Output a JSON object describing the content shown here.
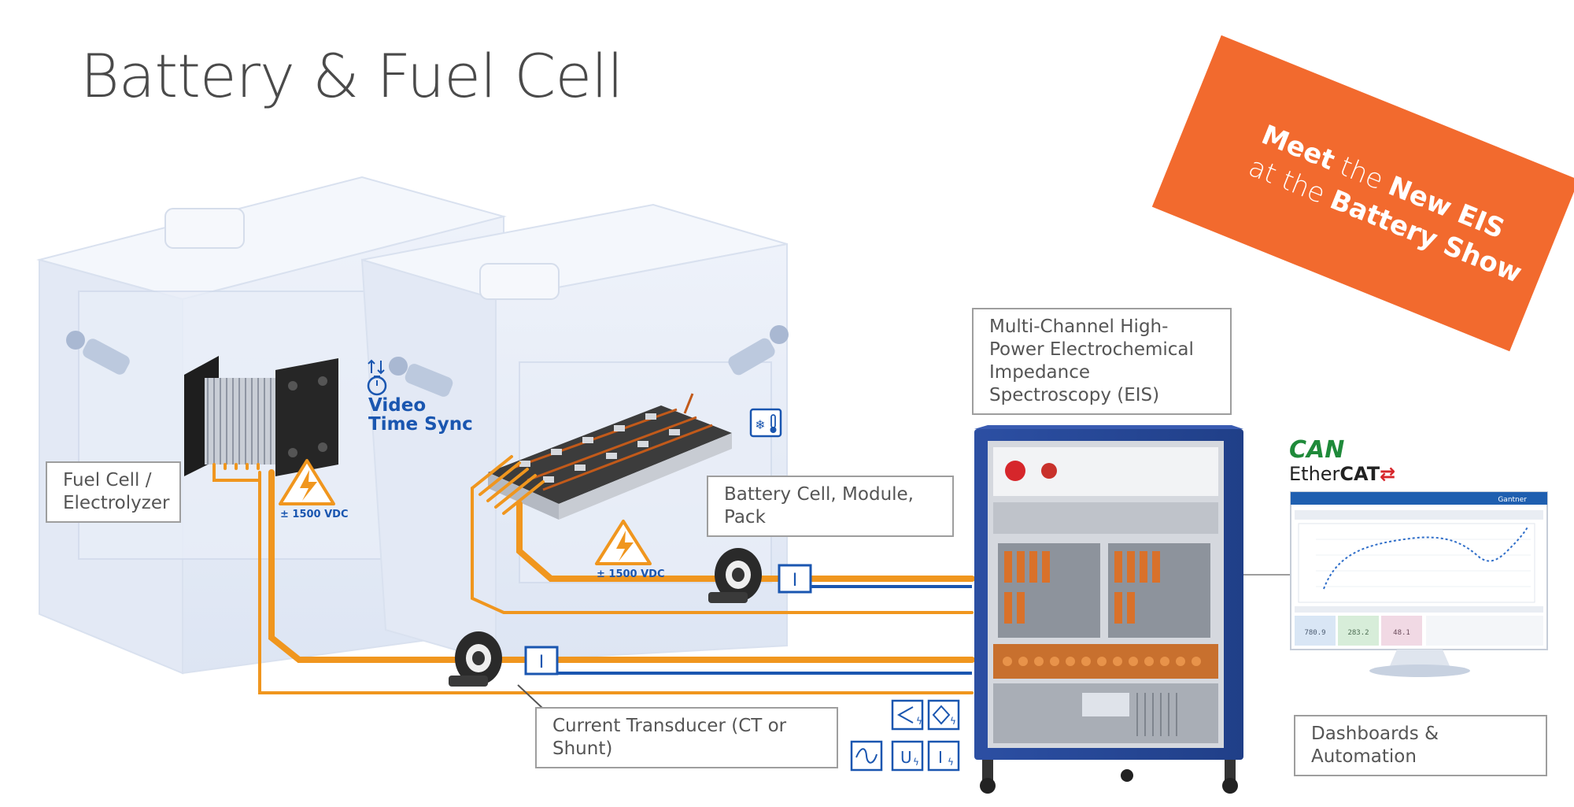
{
  "title": "Battery & Fuel Cell",
  "banner": {
    "line1_bold": "Meet",
    "line1_thin": "the",
    "line1_bold2": "New EIS",
    "line2_thin": "at the",
    "line2_bold": "Battery Show",
    "color": "#f26a2e"
  },
  "labels": {
    "fuel_cell": "Fuel Cell / Electrolyzer",
    "battery": "Battery Cell, Module, Pack",
    "eis": "Multi-Channel High-Power Electrochemical Impedance Spectroscopy (EIS)",
    "transducer": "Current Transducer (CT or Shunt)",
    "dashboards": "Dashboards & Automation"
  },
  "video_sync": {
    "line1": "Video",
    "line2": "Time Sync"
  },
  "voltage_label": "± 1500 VDC",
  "current_symbol": "I",
  "voltage_symbol": "U",
  "logos": {
    "can": "CAN",
    "ethercat_plain": "Ether",
    "ethercat_bold": "CAT"
  },
  "dashboard": {
    "brand": "Gantner",
    "tiles": [
      "780.9",
      "283.2",
      "48.1"
    ]
  },
  "colors": {
    "orange_line": "#f0961e",
    "blue_line": "#1a56b0",
    "cabinet": "#2c4fa3",
    "chamber": "#e6ecf7"
  },
  "icons": [
    "snowflake-thermometer-icon",
    "lightning-icon",
    "stopwatch-icon",
    "camera-icon",
    "sine-wave-icon",
    "current-clamp-icon",
    "bridge-sensor-icon"
  ]
}
